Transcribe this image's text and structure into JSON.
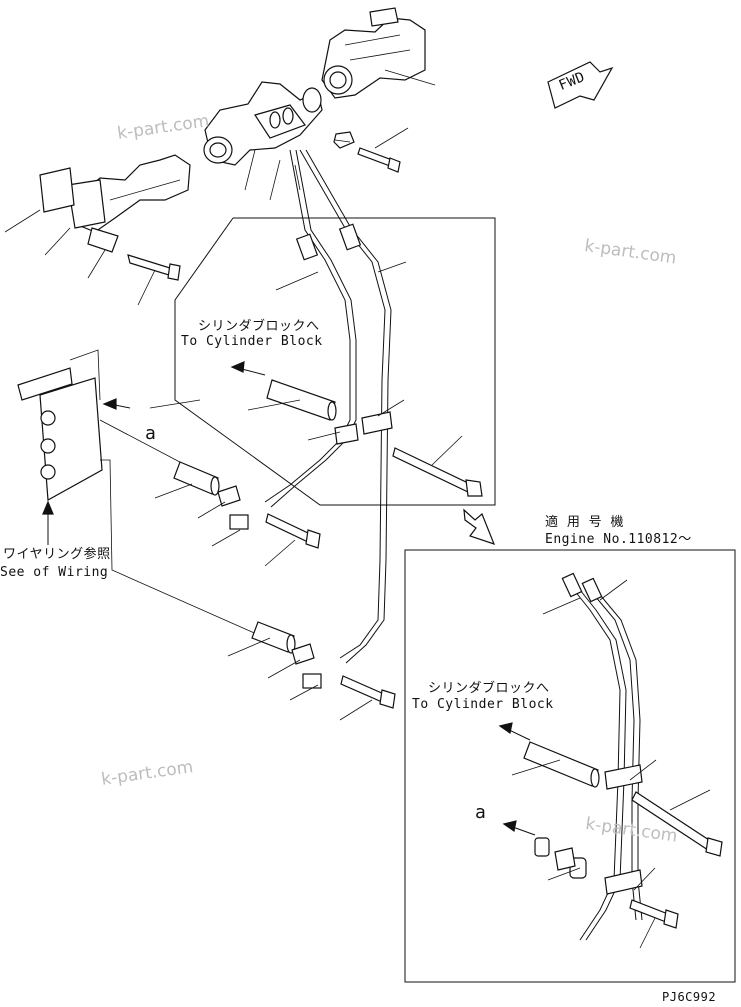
{
  "labels": {
    "fwd": "FWD",
    "jp_to_cylinder_1": "シリンダブロックへ",
    "en_to_cylinder_1": "To Cylinder Block",
    "jp_see_wiring": "ワイヤリング参照",
    "en_see_wiring": "See of Wiring",
    "ref_a_1": "a",
    "jp_applicable": "適 用 号 機",
    "en_engine_no": "Engine No.110812～",
    "jp_to_cylinder_2": "シリンダブロックへ",
    "en_to_cylinder_2": "To Cylinder Block",
    "ref_a_2": "a",
    "drawing_code": "PJ6C992"
  },
  "watermarks": [
    "k-part.com",
    "k-part.com",
    "k-part.com",
    "k-part.com"
  ],
  "colors": {
    "line": "#111111",
    "watermark": "#bdbdbd",
    "background": "#ffffff"
  }
}
